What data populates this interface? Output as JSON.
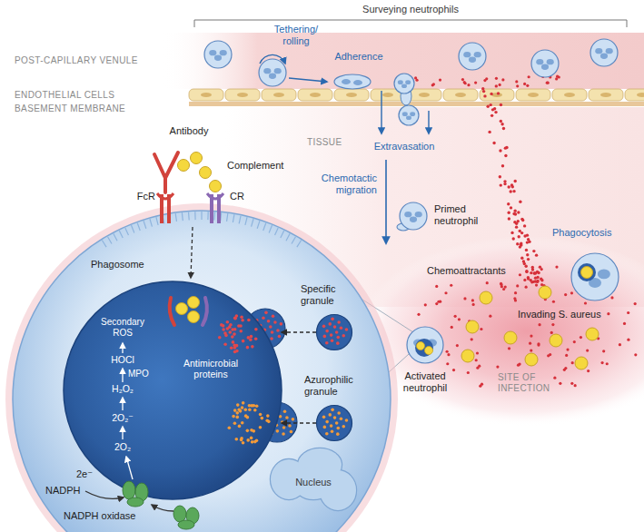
{
  "diagram": {
    "nodes": [
      {
        "text": [
          "Phagosome",
          "Antimicrobial proteins"
        ]
      },
      {
        "text": [
          "Specific granule"
        ]
      },
      {
        "text": [
          "Azurophilic granule"
        ]
      },
      {
        "text": [
          "Nucleus"
        ]
      },
      {
        "text": [
          "Primed neutrophil"
        ]
      },
      {
        "text": [
          "Activated neutrophil"
        ]
      }
    ],
    "edges": [
      {
        "from": 1,
        "to": 0,
        "arrow": "to"
      },
      {
        "from": 2,
        "to": 0,
        "arrow": "to"
      }
    ],
    "labels": [
      "Surveying neutrophils",
      "POST-CAPILLARY VENULE",
      "ENDOTHELIAL CELLS",
      "BASEMENT MEMBRANE",
      "Tethering/ rolling",
      "Adherence",
      "TISSUE",
      "Extravasation",
      "Chemotactic migration",
      "Chemoattractants",
      "Phagocytosis",
      "Invading S. aureus",
      "SITE OF INFECTION",
      "Antibody",
      "Complement",
      "FcR",
      "CR",
      "Secondary ROS",
      "HOCl",
      "MPO",
      "H₂O₂",
      "2O₂⁻",
      "2O₂",
      "2e⁻",
      "NADPH",
      "NADPH oxidase"
    ]
  }
}
